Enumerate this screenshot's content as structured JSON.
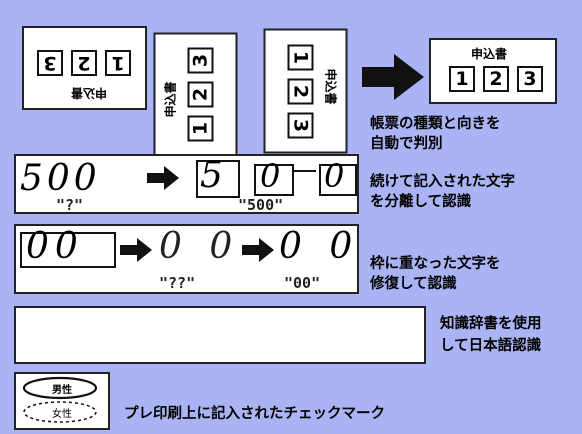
{
  "form": {
    "title": "申込書",
    "boxes": [
      "1",
      "2",
      "3"
    ]
  },
  "sections": {
    "orientation": {
      "line1": "帳票の種類と向きを",
      "line2": "自動で判別"
    },
    "separation": {
      "written": "500",
      "caption_before": "\"?\"",
      "caption_after": "\"500\"",
      "line1": "続けて記入された文字",
      "line2": "を分離して認識"
    },
    "frame": {
      "written": "00",
      "caption_mid": "\"??\"",
      "caption_after": "\"00\"",
      "line1": "枠に重なった文字を",
      "line2": "修復して認識"
    },
    "dictionary": {
      "line1": "知識辞書を使用",
      "line2": "して日本語認識"
    },
    "checkmark": {
      "option1": "男性",
      "option2": "女性",
      "label": "プレ印刷上に記入されたチェックマーク"
    }
  }
}
